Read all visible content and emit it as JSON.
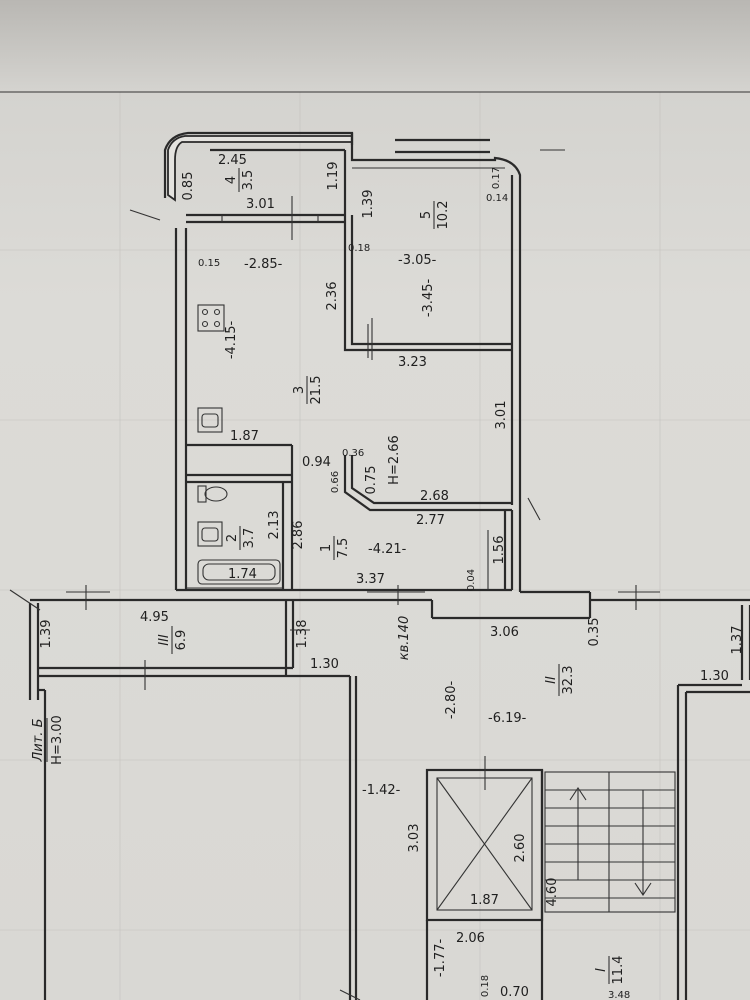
{
  "sheet": {
    "building_label": "Лит. Б",
    "building_height": "H=3.00"
  },
  "rooms": [
    {
      "number": "5",
      "area": "10.2"
    },
    {
      "number": "4",
      "area": "3.5"
    },
    {
      "number": "3",
      "area": "21.5"
    },
    {
      "number": "2",
      "area": "3.7"
    },
    {
      "number": "1",
      "area": "7.5"
    },
    {
      "number": "III",
      "area": "6.9"
    },
    {
      "number": "II",
      "area": "32.3"
    },
    {
      "number": "I",
      "area": "11.4"
    }
  ],
  "ceiling_height": "H=2.66",
  "apartment_label": "кв.140",
  "dimensions": [
    "2.45",
    "1.19",
    "0.85",
    "3.01",
    "1.39",
    "0.17",
    "0.14",
    "0.18",
    "0.15",
    "-2.85-",
    "-3.05-",
    "-3.45-",
    "2.36",
    "-4.15-",
    "3.23",
    "3.01",
    "1.87",
    "0.94",
    "0.36",
    "0.66",
    "0.75",
    "2.68",
    "2.77",
    "2.13",
    "2.86",
    "-4.21-",
    "1.56",
    "1.74",
    "3.37",
    "0.04",
    "4.95",
    "1.39",
    "1.38",
    "3.06",
    "0.35",
    "1.37",
    "1.30",
    "1.30",
    "-2.80-",
    "-6.19-",
    "-1.42-",
    "3.03",
    "2.60",
    "1.87",
    "4.60",
    "2.06",
    "-1.77-",
    "0.18",
    "0.70",
    "3.48"
  ]
}
